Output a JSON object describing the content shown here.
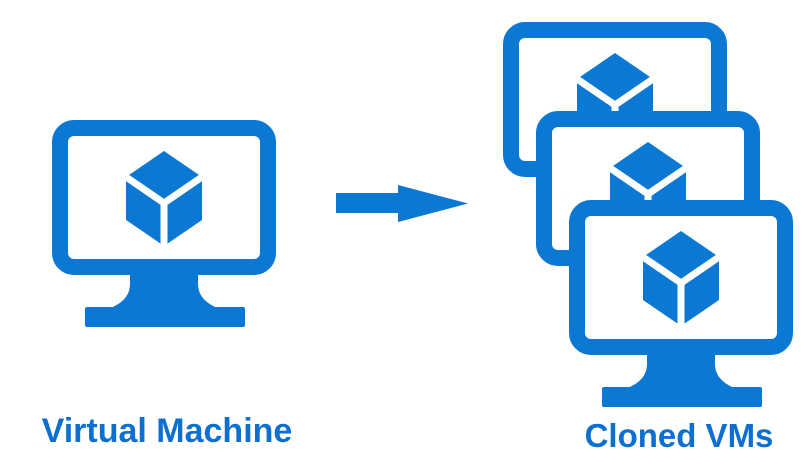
{
  "colors": {
    "accent_blue": "#0b78d4",
    "label_blue": "#0d70d0",
    "background": "#ffffff"
  },
  "source": {
    "label": "Virtual Machine",
    "icon": "vm-monitor-cube-icon"
  },
  "arrow": {
    "icon": "right-arrow-icon",
    "direction": "right"
  },
  "target": {
    "label": "Cloned VMs",
    "icon": "vm-monitor-cube-icon",
    "count": 3
  }
}
